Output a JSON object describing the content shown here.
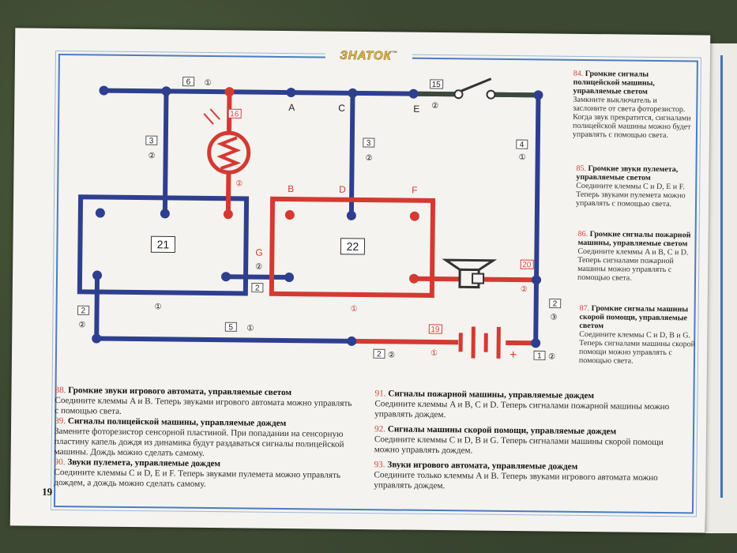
{
  "brand": {
    "logo": "ЗНАТОК",
    "tm": "™"
  },
  "page_number": "19",
  "diagram": {
    "terminals": [
      "A",
      "B",
      "C",
      "D",
      "E",
      "F",
      "G"
    ],
    "modules": {
      "m21": "21",
      "m22": "22",
      "sensor": "16",
      "switch": "15",
      "speaker": "20",
      "battery": "19"
    },
    "wire_labels": {
      "w6": "6",
      "w6n": "①",
      "w15n": "②",
      "w3a": "3",
      "w3an": "②",
      "w3b": "3",
      "w3bn": "②",
      "w4": "4",
      "w4n": "①",
      "w16n": "②",
      "wGn": "②",
      "w2g": "2",
      "w2l": "2",
      "w2ln": "②",
      "w21n": "①",
      "w22n": "①",
      "w5": "5",
      "w5n": "①",
      "w19n": "①",
      "w20n": "②",
      "w2r": "2",
      "w2rn": "③",
      "w2b": "2",
      "w2bn": "②",
      "w1": "1",
      "w1n": "②"
    },
    "battery_plus": "+"
  },
  "right_instructions": [
    {
      "num": "84.",
      "title": "Громкие сигналы полицейской машины, управляемые светом",
      "text": "Замкните выключатель и заслоните от света фоторезистор. Когда звук прекратится, сигналами полицейской машины можно будет управлять с помощью света."
    },
    {
      "num": "85.",
      "title": "Громкие звуки пулемета, управляемые светом",
      "text": "Соедините клеммы C и D, E и F. Теперь звуками пулемета можно управлять с помощью света."
    },
    {
      "num": "86.",
      "title": "Громкие сигналы пожарной машины, управляемые светом",
      "text": "Соедините клеммы A и B, C и D. Теперь сигналами пожарной машины можно управлять с помощью света."
    },
    {
      "num": "87.",
      "title": "Громкие сигналы машины скорой помощи, управляемые светом",
      "text": "Соедините клеммы C и D, B и G. Теперь сигналами машины скорой помощи можно управлять с помощью света."
    }
  ],
  "bottom_left": [
    {
      "num": "88.",
      "title": "Громкие звуки игрового автомата, управляемые светом",
      "text": "Соедините клеммы A и B. Теперь звуками игрового автомата можно управлять с помощью света."
    },
    {
      "num": "89.",
      "title": "Сигналы полицейской машины, управляемые дождем",
      "text": "Замените фоторезистор сенсорной пластиной. При попадании на сенсорную пластину капель дождя из динамика будут раздаваться сигналы полицейской машины. Дождь можно сделать самому."
    },
    {
      "num": "90.",
      "title": "Звуки пулемета, управляемые дождем",
      "text": "Соедините клеммы C и D, E и F. Теперь звуками пулемета можно управлять дождем, а дождь можно сделать самому."
    }
  ],
  "bottom_right": [
    {
      "num": "91.",
      "title": "Сигналы пожарной машины, управляемые дождем",
      "text": "Соедините клеммы A и B, C и D. Теперь сигналами пожарной машины можно управлять дождем."
    },
    {
      "num": "92.",
      "title": "Сигналы машины скорой помощи, управляемые дождем",
      "text": "Соедините клеммы C и D, B и G. Теперь сигналами машины скорой помощи можно управлять дождем."
    },
    {
      "num": "93.",
      "title": "Звуки игрового автомата, управляемые дождем",
      "text": "Соедините только клеммы A и B. Теперь звуками игрового автомата можно управлять дождем."
    }
  ],
  "colors": {
    "blue_wire": "#2e3f8f",
    "red_wire": "#d43a32",
    "frame": "#4c7cc0",
    "dark_wire": "#3c4a3c"
  }
}
